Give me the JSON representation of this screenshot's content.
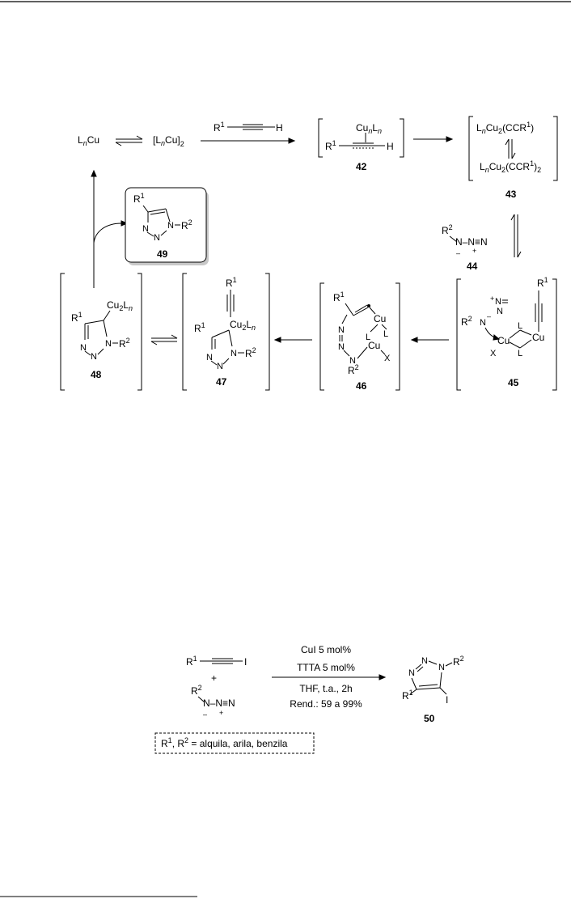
{
  "scheme1": {
    "lncu_left": "L",
    "lncu_n": "n",
    "lncu_right": "Cu",
    "dimer_a": "[L",
    "dimer_n": "n",
    "dimer_b": "Cu]",
    "dimer_sub": "2",
    "reagent_r": "R",
    "reagent_sup": "1",
    "reagent_h": "H",
    "c42": {
      "number": "42",
      "cu": "Cu",
      "n": "n",
      "l": "L",
      "n2": "n",
      "r": "R",
      "sup": "1",
      "h": "H"
    },
    "c43": {
      "number": "43",
      "top_a": "L",
      "top_n": "n",
      "top_b": "Cu",
      "top_sub": "2",
      "top_c": "(CCR",
      "top_sup": "1",
      "top_d": ")",
      "bot_a": "L",
      "bot_n": "n",
      "bot_b": "Cu",
      "bot_sub": "2",
      "bot_c": "(CCR",
      "bot_sup": "1",
      "bot_d": ")",
      "bot_sub2": "2"
    },
    "c44": {
      "number": "44",
      "r": "R",
      "sup": "2",
      "azide": "N–N≡N",
      "minus": "–",
      "plus": "+"
    },
    "c45": {
      "number": "45",
      "r1": "R",
      "sup1": "1",
      "r2": "R",
      "sup2": "2",
      "cu1": "Cu",
      "cu2": "Cu",
      "l1": "L",
      "l2": "L",
      "x": "X",
      "n_top": "N",
      "n2": "N",
      "n_mid": "N",
      "plus": "+",
      "minus": "–"
    },
    "c46": {
      "number": "46",
      "r1": "R",
      "sup1": "1",
      "r2": "R",
      "sup2": "2",
      "cu1": "Cu",
      "cu2": "Cu",
      "l1": "L",
      "l2": "L",
      "x": "X",
      "n1": "N",
      "n2": "N",
      "n3": "N"
    },
    "c47": {
      "number": "47",
      "r1": "R",
      "sup1": "1",
      "r1b": "R",
      "sup1b": "1",
      "r2": "R",
      "sup2": "2",
      "cu": "Cu",
      "sub": "2",
      "l": "L",
      "n": "n",
      "n1": "N",
      "n2": "N",
      "n3": "N"
    },
    "c48": {
      "number": "48",
      "r1": "R",
      "sup1": "1",
      "r2": "R",
      "sup2": "2",
      "cu": "Cu",
      "sub": "2",
      "l": "L",
      "n": "n",
      "n1": "N",
      "n2": "N",
      "n3": "N"
    },
    "c49": {
      "number": "49",
      "r1": "R",
      "sup1": "1",
      "r2": "R",
      "sup2": "2",
      "n1": "N",
      "n2": "N",
      "n3": "N"
    }
  },
  "scheme2": {
    "alkyne_r": "R",
    "alkyne_sup": "1",
    "alkyne_i": "I",
    "plus": "+",
    "azide_r": "R",
    "azide_sup": "2",
    "azide": "N–N≡N",
    "azide_minus": "–",
    "azide_plus": "+",
    "cond1": "CuI 5 mol%",
    "cond2": "TTTA 5 mol%",
    "cond3": "THF, t.a., 2h",
    "cond4": "Rend.: 59 a 99%",
    "product_number": "50",
    "p_r1": "R",
    "p_sup1": "1",
    "p_r2": "R",
    "p_sup2": "2",
    "p_i": "I",
    "p_n1": "N",
    "p_n2": "N",
    "p_n3": "N",
    "note_r1": "R",
    "note_sup1": "1",
    "note_mid": ", R",
    "note_sup2": "2",
    "note_rest": " = alquila, arila, benzila"
  }
}
